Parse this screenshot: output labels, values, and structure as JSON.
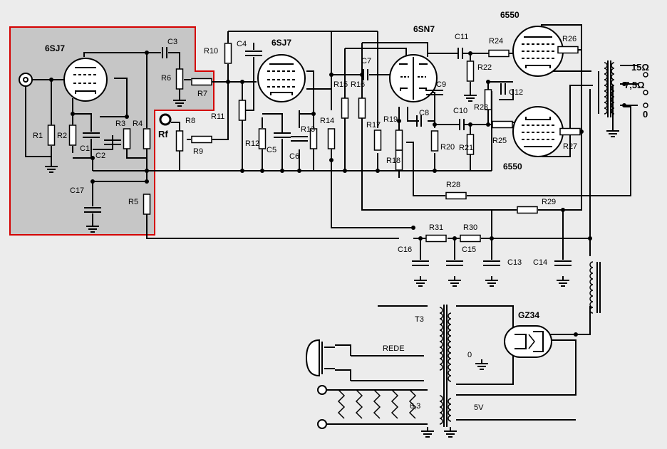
{
  "colors": {
    "background": "#ececec",
    "highlight_fill": "#c6c6c6",
    "highlight_border": "#d40000",
    "wire": "#000000"
  },
  "tubes": {
    "v1": "6SJ7",
    "v2": "6SJ7",
    "v3": "6SN7",
    "v4": "6550",
    "v5": "6550",
    "rect": "GZ34"
  },
  "resistors": [
    "R1",
    "R2",
    "R3",
    "R4",
    "R5",
    "R6",
    "R7",
    "R8",
    "R9",
    "R10",
    "R11",
    "R12",
    "R13",
    "R14",
    "R15",
    "R16",
    "R17",
    "R18",
    "R19",
    "R20",
    "R21",
    "R22",
    "R23",
    "R24",
    "R25",
    "R26",
    "R27",
    "R28",
    "R29",
    "R30",
    "R31"
  ],
  "capacitors": [
    "C1",
    "C2",
    "C3",
    "C4",
    "C5",
    "C6",
    "C7",
    "C8",
    "C9",
    "C10",
    "C11",
    "C12",
    "C13",
    "C14",
    "C15",
    "C16",
    "C17"
  ],
  "labels": {
    "rf": "Rf",
    "transformer": "T3",
    "mains": "REDE",
    "tap_zero": "0",
    "heater_volt": "6,3",
    "rect_heater": "5V",
    "out_15": "15Ω",
    "out_75": "7,5Ω",
    "out_0": "0"
  }
}
